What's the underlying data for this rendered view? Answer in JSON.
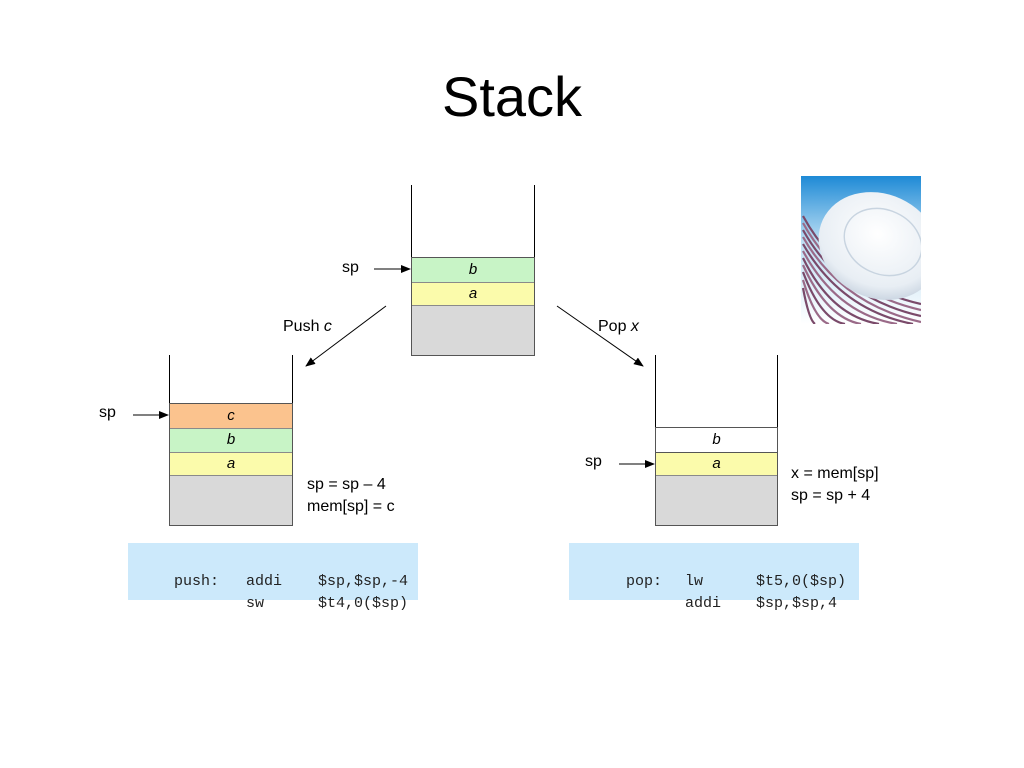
{
  "title": "Stack",
  "top_stack": {
    "cells": [
      "b",
      "a"
    ],
    "sp_label": "sp"
  },
  "push_arrow": {
    "label": "Push ",
    "label_var": "c"
  },
  "pop_arrow": {
    "label": "Pop ",
    "label_var": "x"
  },
  "left_stack": {
    "cells": [
      "c",
      "b",
      "a"
    ],
    "sp_label": "sp",
    "ops": [
      "sp = sp – 4",
      "mem[sp] = c"
    ]
  },
  "right_stack": {
    "cells": [
      "b",
      "a"
    ],
    "sp_label": "sp",
    "ops": [
      "x = mem[sp]",
      "sp = sp + 4"
    ]
  },
  "push_code": [
    {
      "label": "push:",
      "op": "addi",
      "args": "$sp,$sp,-4"
    },
    {
      "label": "",
      "op": "sw",
      "args": "$t4,0($sp)"
    }
  ],
  "pop_code": [
    {
      "label": "pop:",
      "op": "lw",
      "args": "$t5,0($sp)"
    },
    {
      "label": "",
      "op": "addi",
      "args": "$sp,$sp,4"
    }
  ],
  "colors": {
    "c_cell": "#fbc38e",
    "b_cell": "#c8f4c6",
    "a_cell": "#fbfbab",
    "base": "#d9d9d9",
    "code_bg": "#cce9fb"
  },
  "image": {
    "icon": "plate-stack-icon"
  }
}
